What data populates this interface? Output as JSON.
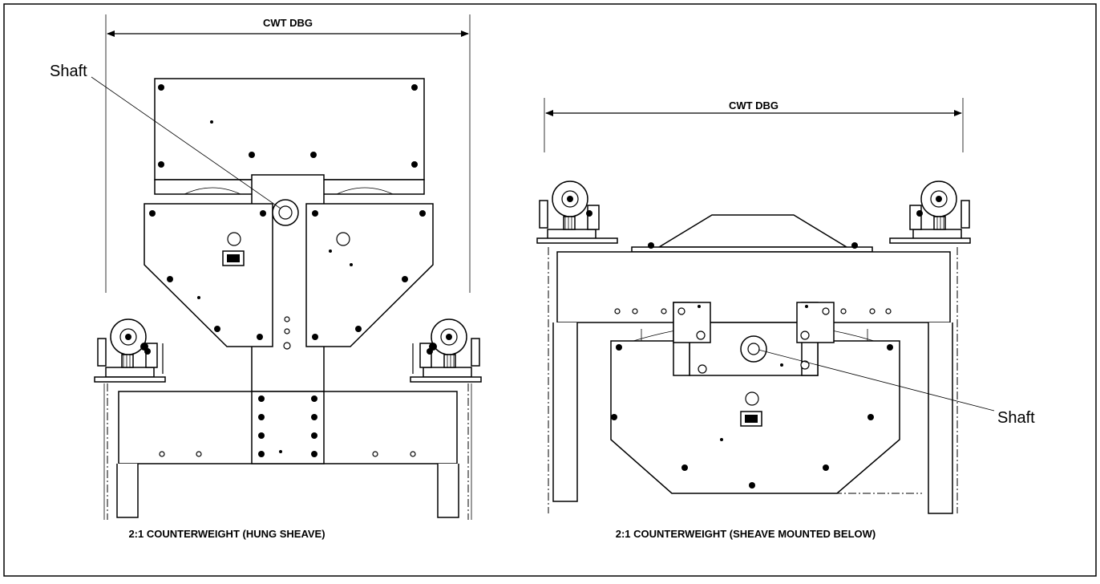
{
  "left_figure": {
    "dimension_label": "CWT DBG",
    "callout_label": "Shaft",
    "caption": "2:1 COUNTERWEIGHT (HUNG SHEAVE)"
  },
  "right_figure": {
    "dimension_label": "CWT DBG",
    "callout_label": "Shaft",
    "caption": "2:1 COUNTERWEIGHT (SHEAVE MOUNTED BELOW)"
  },
  "colors": {
    "line": "#000000",
    "background": "#ffffff"
  }
}
